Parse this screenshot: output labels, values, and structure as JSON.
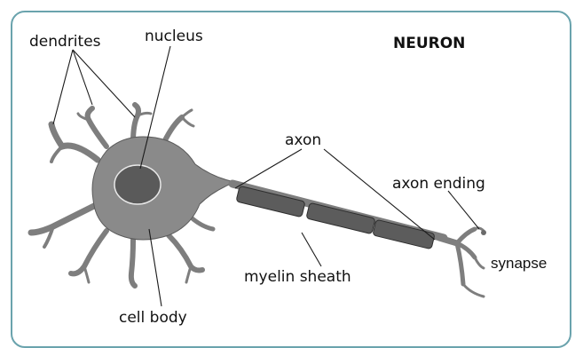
{
  "diagram": {
    "title": "NEURON",
    "labels": {
      "dendrites": "dendrites",
      "nucleus": "nucleus",
      "axon": "axon",
      "axon_ending": "axon ending",
      "synapse": "synapse",
      "myelin_sheath": "myelin sheath",
      "cell_body": "cell body"
    }
  },
  "colors": {
    "frame": "#6aa3ad",
    "cell": "#8a8a8a",
    "nucleus": "#5a5a5a",
    "sheath": "#5c5c5c"
  }
}
